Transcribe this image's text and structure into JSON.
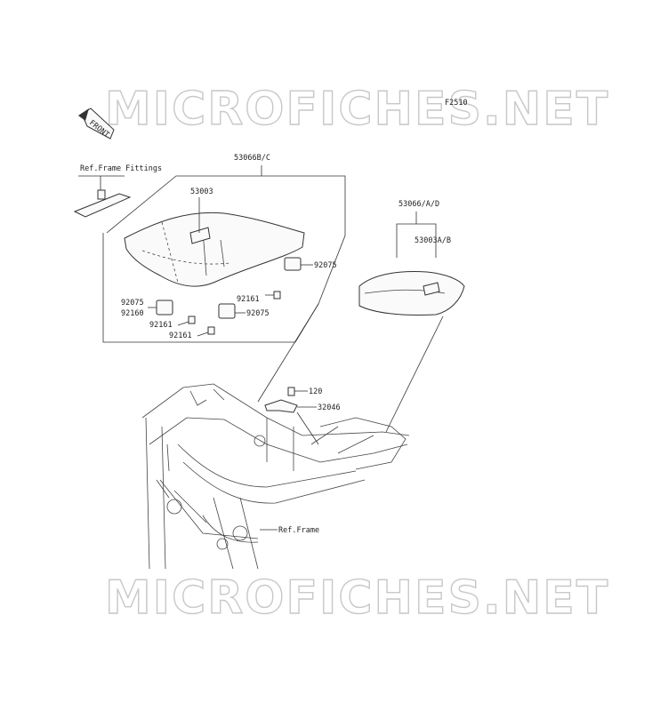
{
  "watermark": {
    "top": "MICROFICHES.NET",
    "bottom": "MICROFICHES.NET"
  },
  "figure_code": "F2510",
  "front_arrow": "FRONT",
  "labels": {
    "ref_frame_fittings": "Ref.Frame Fittings",
    "p53066b_c": "53066B/C",
    "p53003": "53003",
    "p92075_a": "92075",
    "p92161_a": "92161",
    "p92075_b": "92075",
    "p92075_c": "92075",
    "p92160": "92160",
    "p92161_b": "92161",
    "p92161_c": "92161",
    "p53066_a_d": "53066/A/D",
    "p53003a_b": "53003A/B",
    "p120": "120",
    "p32046": "32046",
    "ref_frame": "Ref.Frame"
  }
}
